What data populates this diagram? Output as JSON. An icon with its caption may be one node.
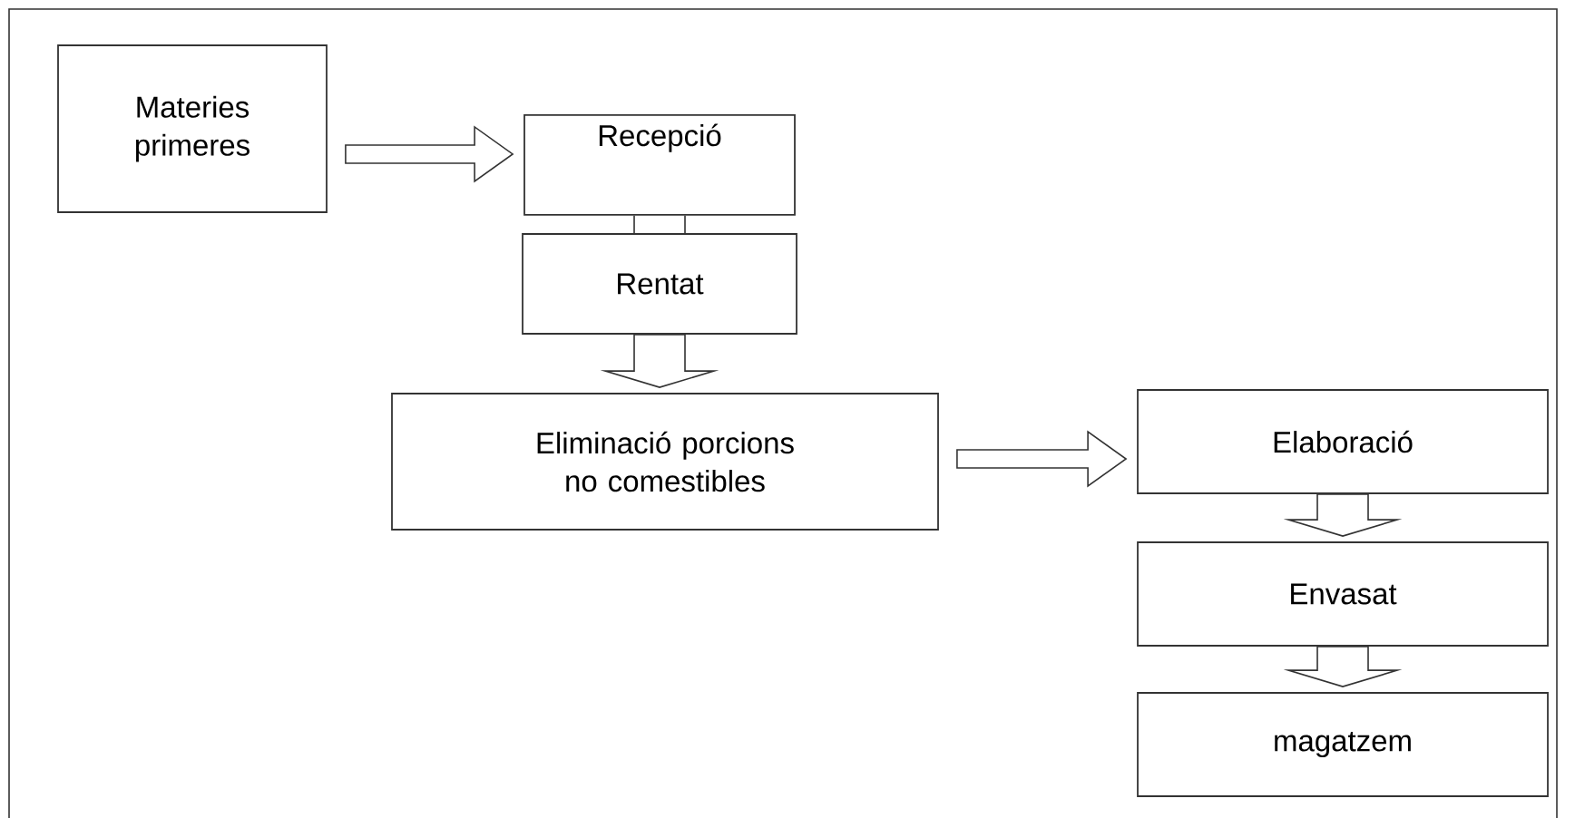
{
  "diagram": {
    "nodes": [
      {
        "text": [
          "Materies primeres"
        ]
      },
      {
        "text": [
          "Recepció"
        ]
      },
      {
        "text": [
          "Rentat"
        ]
      },
      {
        "text": [
          "Eliminació porcions no comestibles"
        ]
      },
      {
        "text": [
          "Elaboració"
        ]
      },
      {
        "text": [
          "Envasat"
        ]
      },
      {
        "text": [
          "magatzem"
        ]
      }
    ],
    "edges": [
      {
        "from": 0,
        "to": 1,
        "arrow": "to"
      },
      {
        "from": 1,
        "to": 2,
        "arrow": "none"
      },
      {
        "from": 2,
        "to": 3,
        "arrow": "to"
      },
      {
        "from": 3,
        "to": 4,
        "arrow": "to"
      },
      {
        "from": 4,
        "to": 5,
        "arrow": "to"
      },
      {
        "from": 5,
        "to": 6,
        "arrow": "to"
      }
    ]
  }
}
